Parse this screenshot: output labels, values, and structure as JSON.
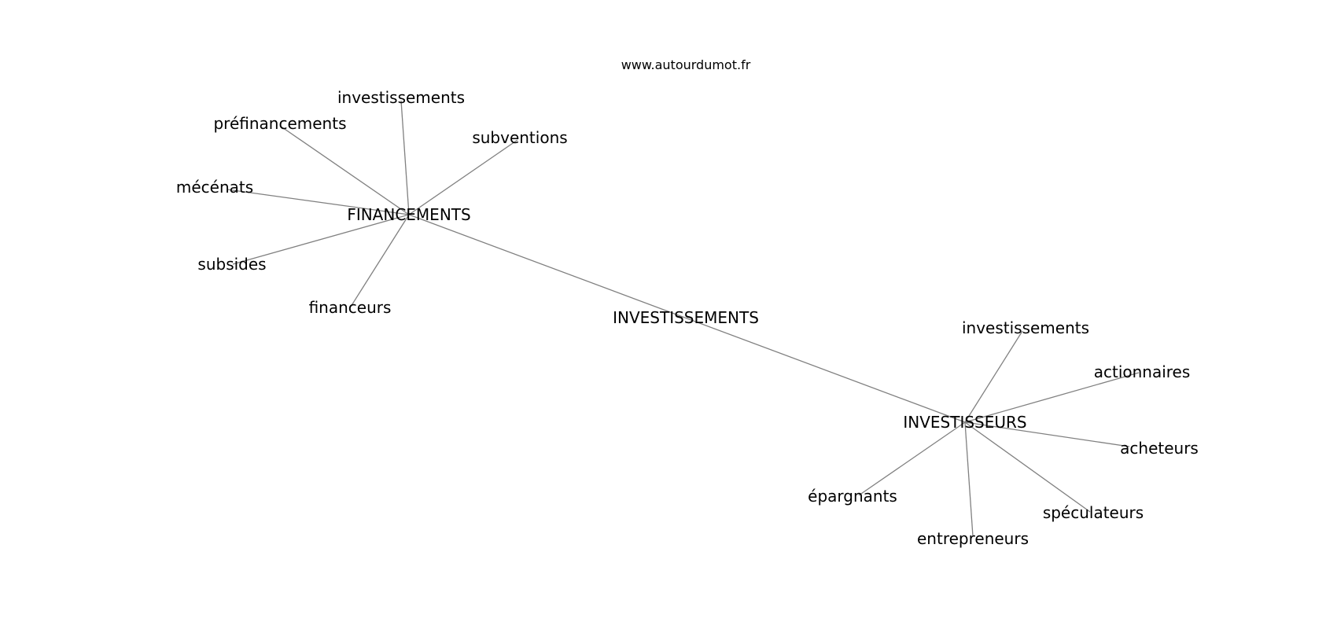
{
  "watermark": "www.autourdumot.fr",
  "graph": {
    "nodes": [
      {
        "id": "center",
        "label": "INVESTISSEMENTS"
      },
      {
        "id": "fin",
        "label": "FINANCEMENTS"
      },
      {
        "id": "inv",
        "label": "INVESTISSEURS"
      },
      {
        "id": "fin-investissements",
        "label": "investissements"
      },
      {
        "id": "fin-prefinancements",
        "label": "préfinancements"
      },
      {
        "id": "fin-subventions",
        "label": "subventions"
      },
      {
        "id": "fin-mecenats",
        "label": "mécénats"
      },
      {
        "id": "fin-subsides",
        "label": "subsides"
      },
      {
        "id": "fin-financeurs",
        "label": "financeurs"
      },
      {
        "id": "inv-investissements",
        "label": "investissements"
      },
      {
        "id": "inv-actionnaires",
        "label": "actionnaires"
      },
      {
        "id": "inv-acheteurs",
        "label": "acheteurs"
      },
      {
        "id": "inv-speculateurs",
        "label": "spéculateurs"
      },
      {
        "id": "inv-entrepreneurs",
        "label": "entrepreneurs"
      },
      {
        "id": "inv-epargnants",
        "label": "épargnants"
      }
    ],
    "edges": [
      [
        "fin",
        "inv"
      ],
      [
        "fin",
        "fin-investissements"
      ],
      [
        "fin",
        "fin-prefinancements"
      ],
      [
        "fin",
        "fin-subventions"
      ],
      [
        "fin",
        "fin-mecenats"
      ],
      [
        "fin",
        "fin-subsides"
      ],
      [
        "fin",
        "fin-financeurs"
      ],
      [
        "inv",
        "inv-investissements"
      ],
      [
        "inv",
        "inv-actionnaires"
      ],
      [
        "inv",
        "inv-acheteurs"
      ],
      [
        "inv",
        "inv-speculateurs"
      ],
      [
        "inv",
        "inv-entrepreneurs"
      ],
      [
        "inv",
        "inv-epargnants"
      ]
    ]
  }
}
